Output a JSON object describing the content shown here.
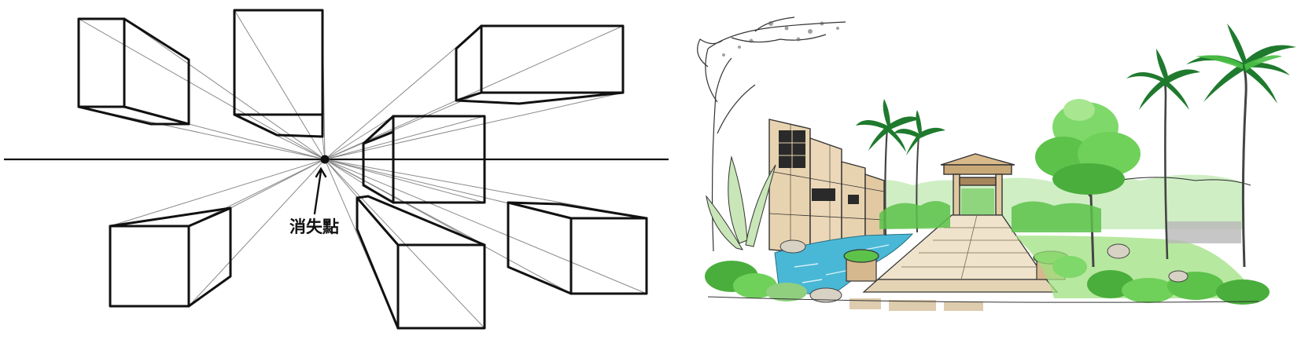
{
  "left_panel": {
    "vanishing_point_label": "消失點",
    "boxes": [
      "upper-left-box",
      "upper-middle-box",
      "upper-right-box",
      "center-box",
      "lower-left-box",
      "lower-middle-box",
      "lower-right-box"
    ]
  },
  "right_panel": {
    "scene": "landscape-perspective-sketch",
    "elements": [
      "pavilion",
      "stone-walkway",
      "feature-walls",
      "water-pool",
      "palm-trees",
      "shrubs",
      "planters"
    ]
  },
  "colors": {
    "ink": "#111111",
    "guide_line": "#8a8a8a",
    "wall": "#e8d3b0",
    "water": "#49b8d6",
    "foliage": "#5cc24a",
    "foliage_dark": "#1f7a2e",
    "path": "#efe3cc"
  }
}
